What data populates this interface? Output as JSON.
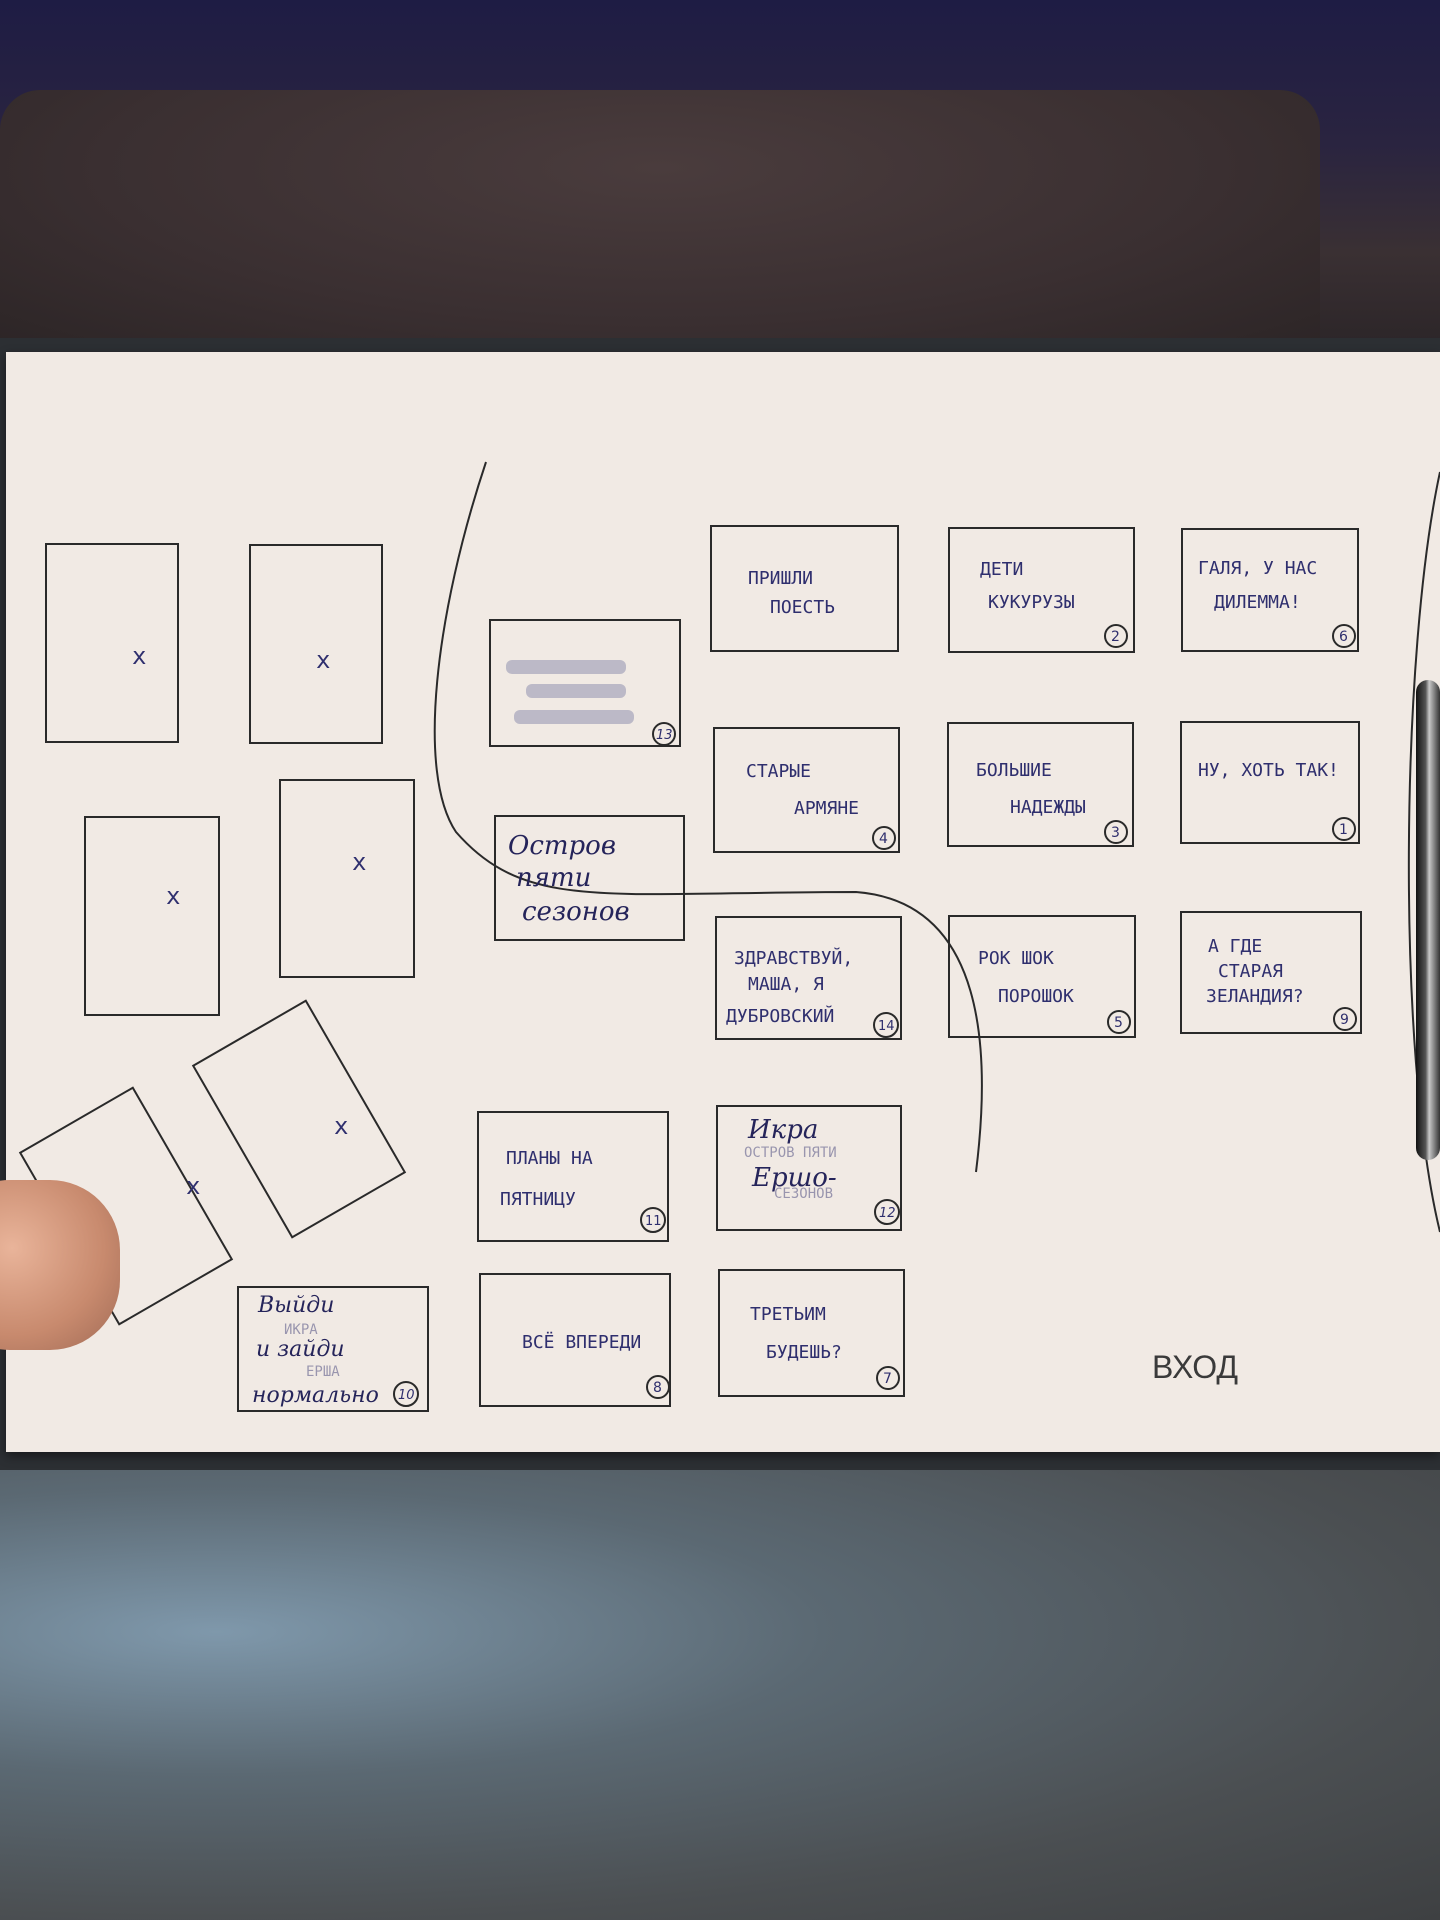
{
  "entrance_label": "ВХОД",
  "x_mark": "x",
  "tables": [
    {
      "id": "t1",
      "lines": [
        "ПРИШЛИ",
        "ПОЕСТЬ"
      ],
      "number": ""
    },
    {
      "id": "t2",
      "lines": [
        "ДЕТИ",
        "КУКУРУЗЫ"
      ],
      "number": "2"
    },
    {
      "id": "t3",
      "lines": [
        "ГАЛЯ, У НАС",
        "ДИЛЕММА!"
      ],
      "number": "6"
    },
    {
      "id": "t4",
      "lines": [
        "СТАРЫЕ",
        "АРМЯНЕ"
      ],
      "number": "4"
    },
    {
      "id": "t5",
      "lines": [
        "БОЛЬШИЕ",
        "НАДЕЖДЫ"
      ],
      "number": "3"
    },
    {
      "id": "t6",
      "lines": [
        "НУ, ХОТЬ ТАК!"
      ],
      "number": "1"
    },
    {
      "id": "t7",
      "lines": [
        "ЗДРАВСТВУЙ,",
        "МАША, Я",
        "ДУБРОВСКИЙ"
      ],
      "number": "14"
    },
    {
      "id": "t8",
      "lines": [
        "РОК ШОК",
        "ПОРОШОК"
      ],
      "number": "5"
    },
    {
      "id": "t9",
      "lines": [
        "А ГДЕ",
        "СТАРАЯ",
        "ЗЕЛАНДИЯ?"
      ],
      "number": "9"
    },
    {
      "id": "t10",
      "lines": [
        "ПЛАНЫ НА",
        "ПЯТНИЦУ"
      ],
      "number": "11"
    },
    {
      "id": "t11",
      "lines": [
        "ВСЁ ВПЕРЕДИ"
      ],
      "number": "8"
    },
    {
      "id": "t12",
      "lines": [
        "ТРЕТЬИМ",
        "БУДЕШЬ?"
      ],
      "number": "7"
    },
    {
      "id": "t13",
      "lines": [
        "Остров",
        "пяти",
        "сезонов"
      ],
      "number": ""
    },
    {
      "id": "t14",
      "lines": [
        "Икра",
        "Ершо-"
      ],
      "faded": [
        "ОСТРОВ ПЯТИ",
        "СЕЗОНОВ"
      ],
      "number": "12"
    },
    {
      "id": "t15",
      "lines": [
        "Выйди",
        "и зайди",
        "нормально"
      ],
      "faded": [
        "ИКРА",
        "ЕРША"
      ],
      "number": "10"
    },
    {
      "id": "t16",
      "lines": [],
      "number": "13"
    }
  ]
}
